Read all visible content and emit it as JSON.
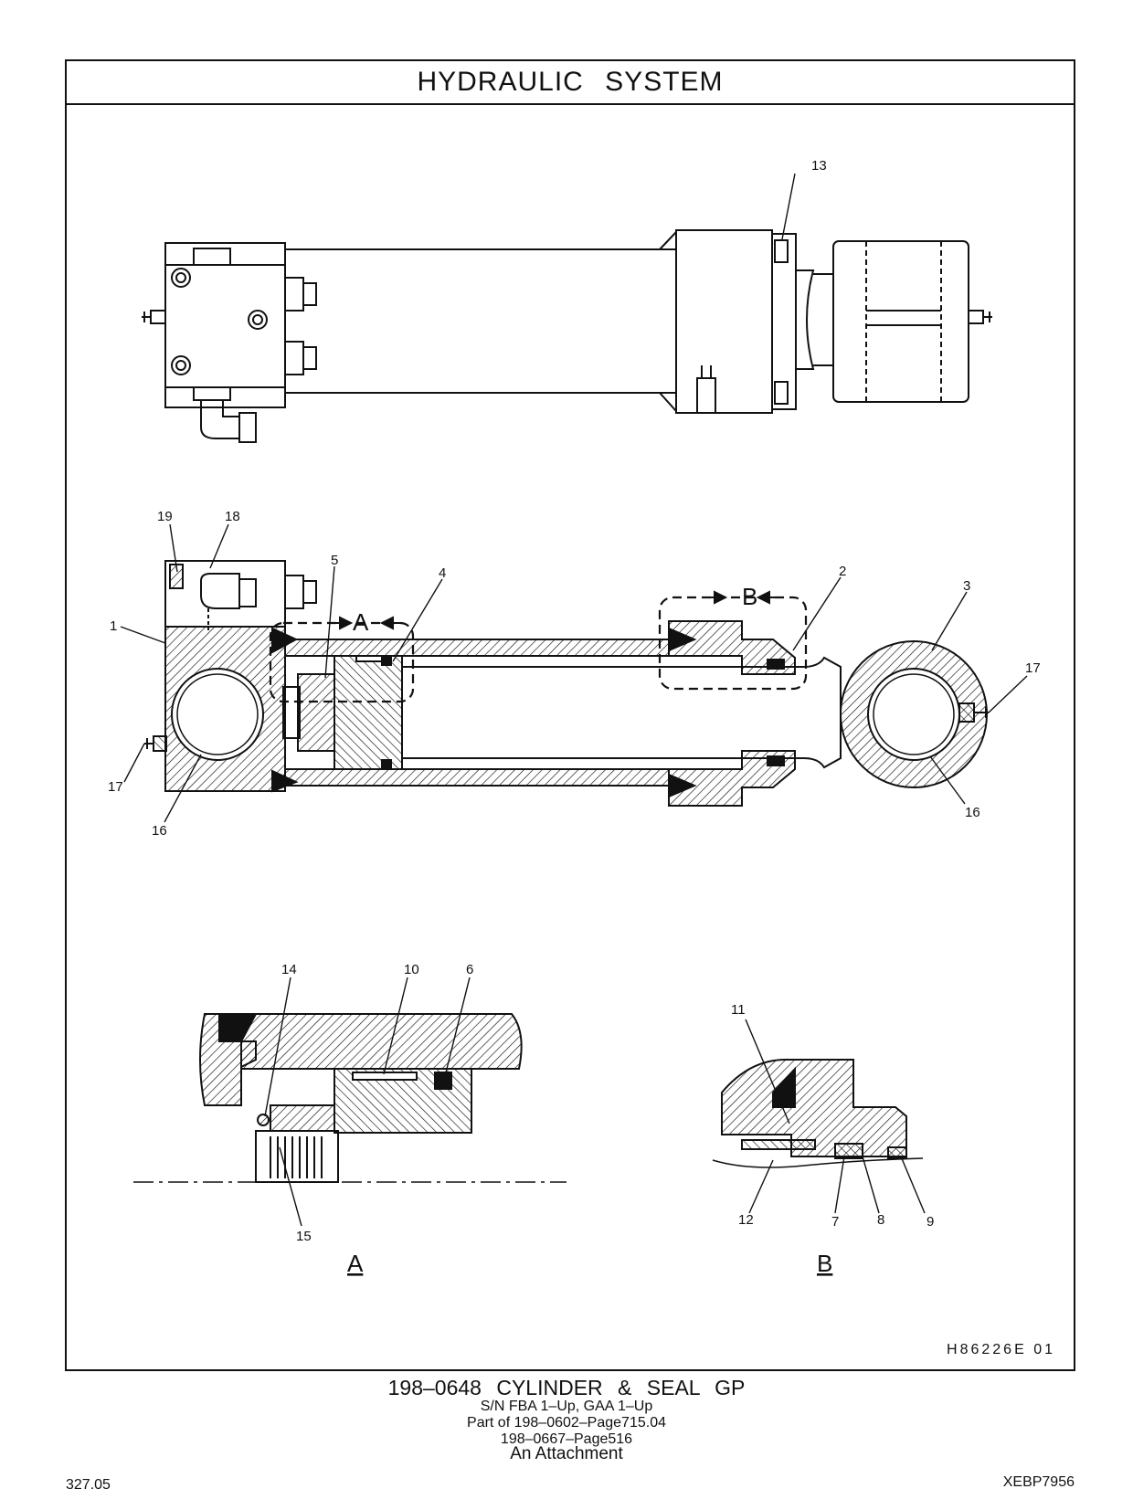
{
  "header": {
    "title": "HYDRAULIC   SYSTEM"
  },
  "callouts": [
    "1",
    "2",
    "3",
    "4",
    "5",
    "6",
    "7",
    "8",
    "9",
    "10",
    "11",
    "12",
    "13",
    "14",
    "15",
    "16",
    "17",
    "18",
    "19"
  ],
  "view_labels": {
    "a": "A",
    "b": "B"
  },
  "drawing_id": "H86226E    01",
  "caption": {
    "main": "198–0648  CYLINDER & SEAL GP",
    "serial": "S/N FBA 1–Up, GAA 1–Up",
    "part_of_1": "Part of 198–0602–Page715.04",
    "part_of_2": "198–0667–Page516",
    "attachment": "An Attachment"
  },
  "footer": {
    "page": "327.05",
    "code": "XEBP7956"
  }
}
